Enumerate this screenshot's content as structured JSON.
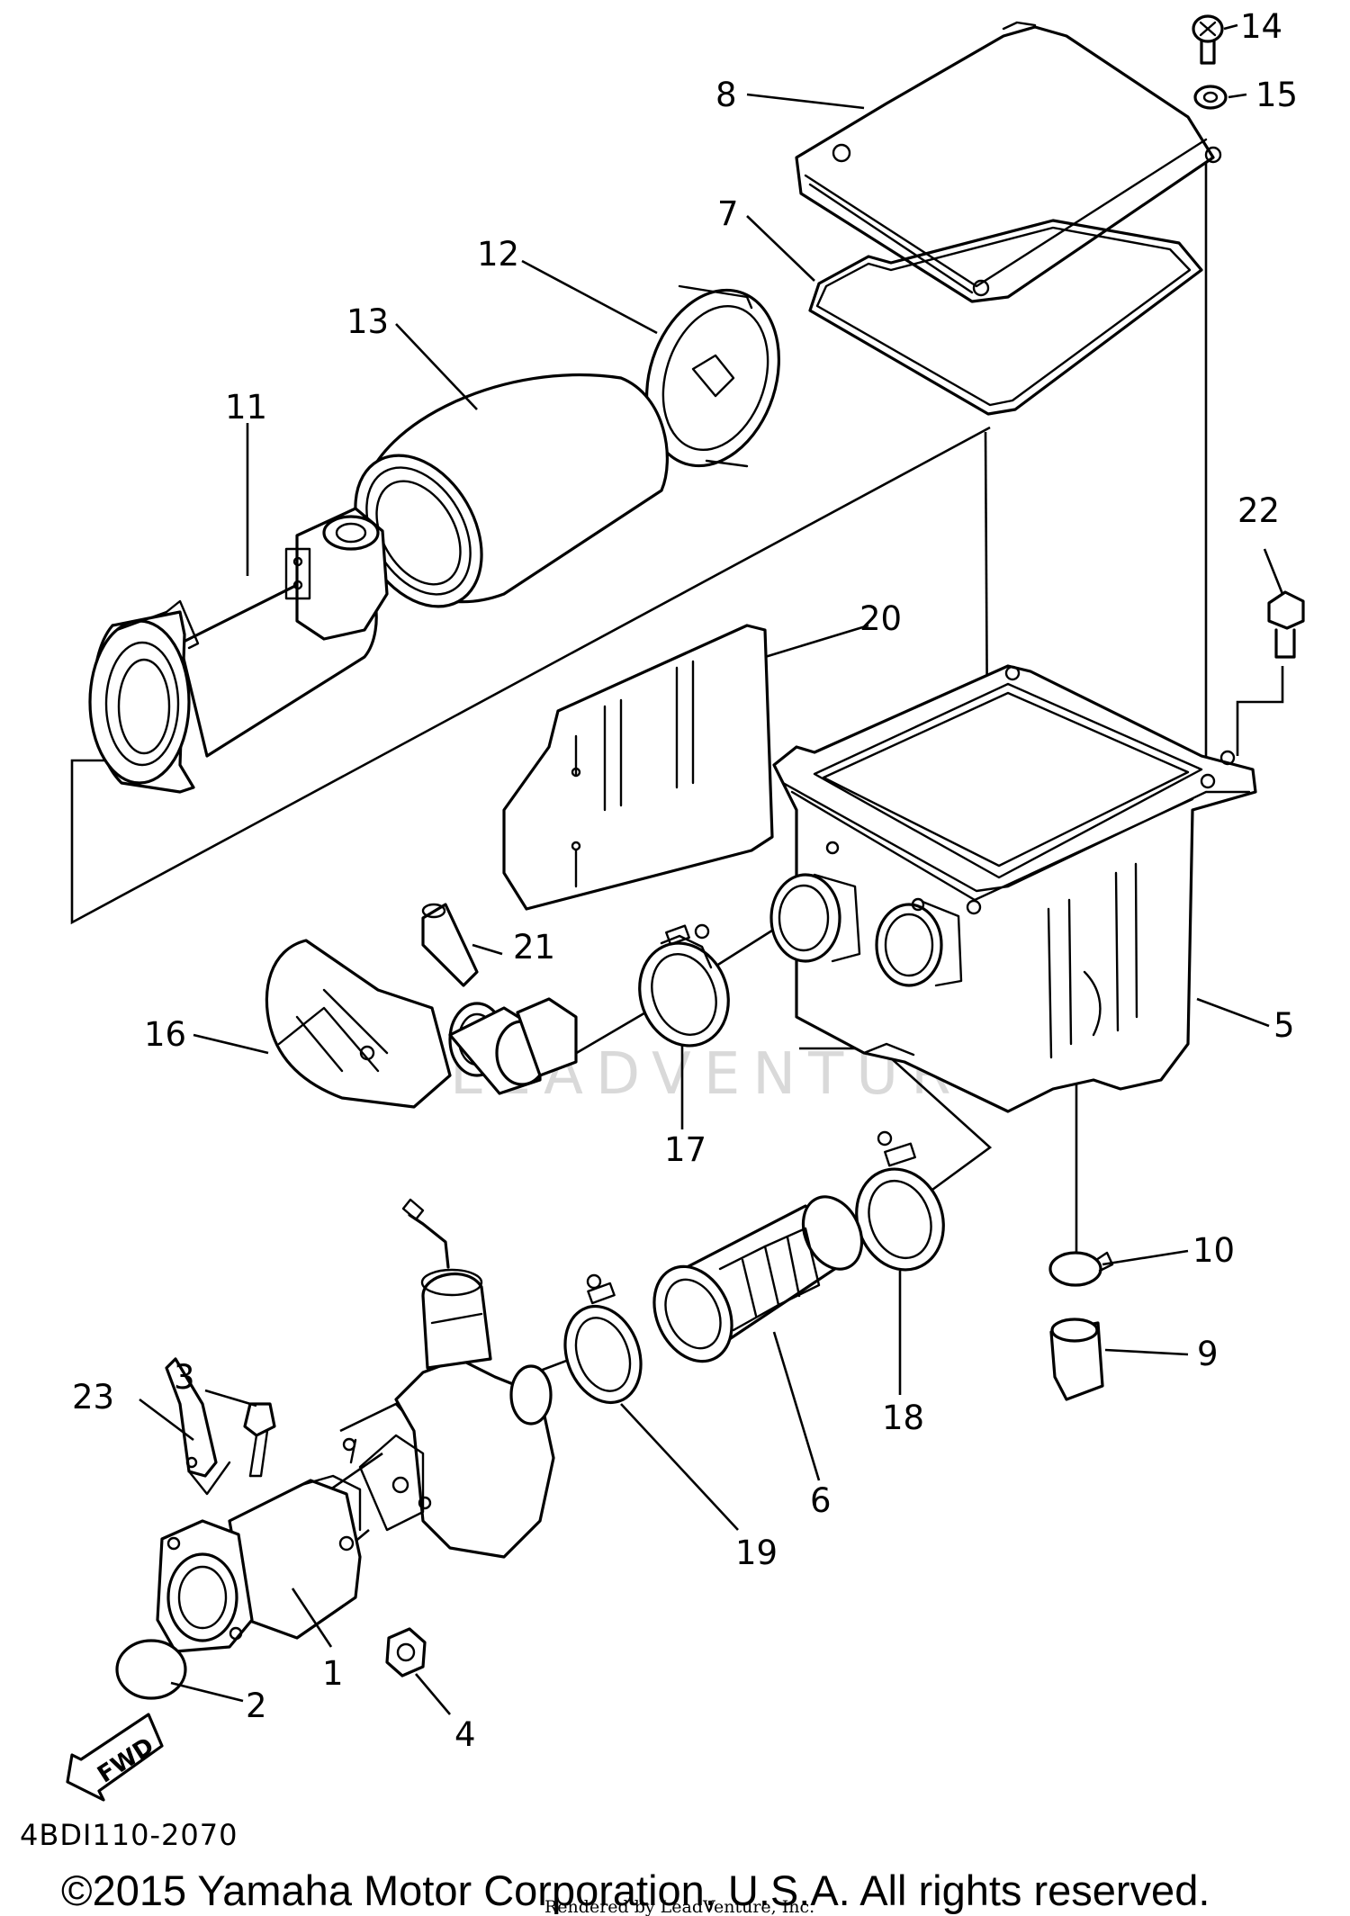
{
  "diagram": {
    "drawing_code": "4BDI110-2070",
    "copyright": "©2015 Yamaha Motor Corporation, U.S.A. All rights reserved.",
    "rendered_by": "Rendered by LeadVenture, Inc.",
    "watermark": "LEADVENTURE",
    "fwd_label": "FWD",
    "callouts": {
      "c1": "1",
      "c2": "2",
      "c3": "3",
      "c4": "4",
      "c5": "5",
      "c6": "6",
      "c7": "7",
      "c8": "8",
      "c9": "9",
      "c10": "10",
      "c11": "11",
      "c12": "12",
      "c13": "13",
      "c14": "14",
      "c15": "15",
      "c16": "16",
      "c17": "17",
      "c18": "18",
      "c19": "19",
      "c20": "20",
      "c21": "21",
      "c22": "22",
      "c23": "23"
    }
  }
}
